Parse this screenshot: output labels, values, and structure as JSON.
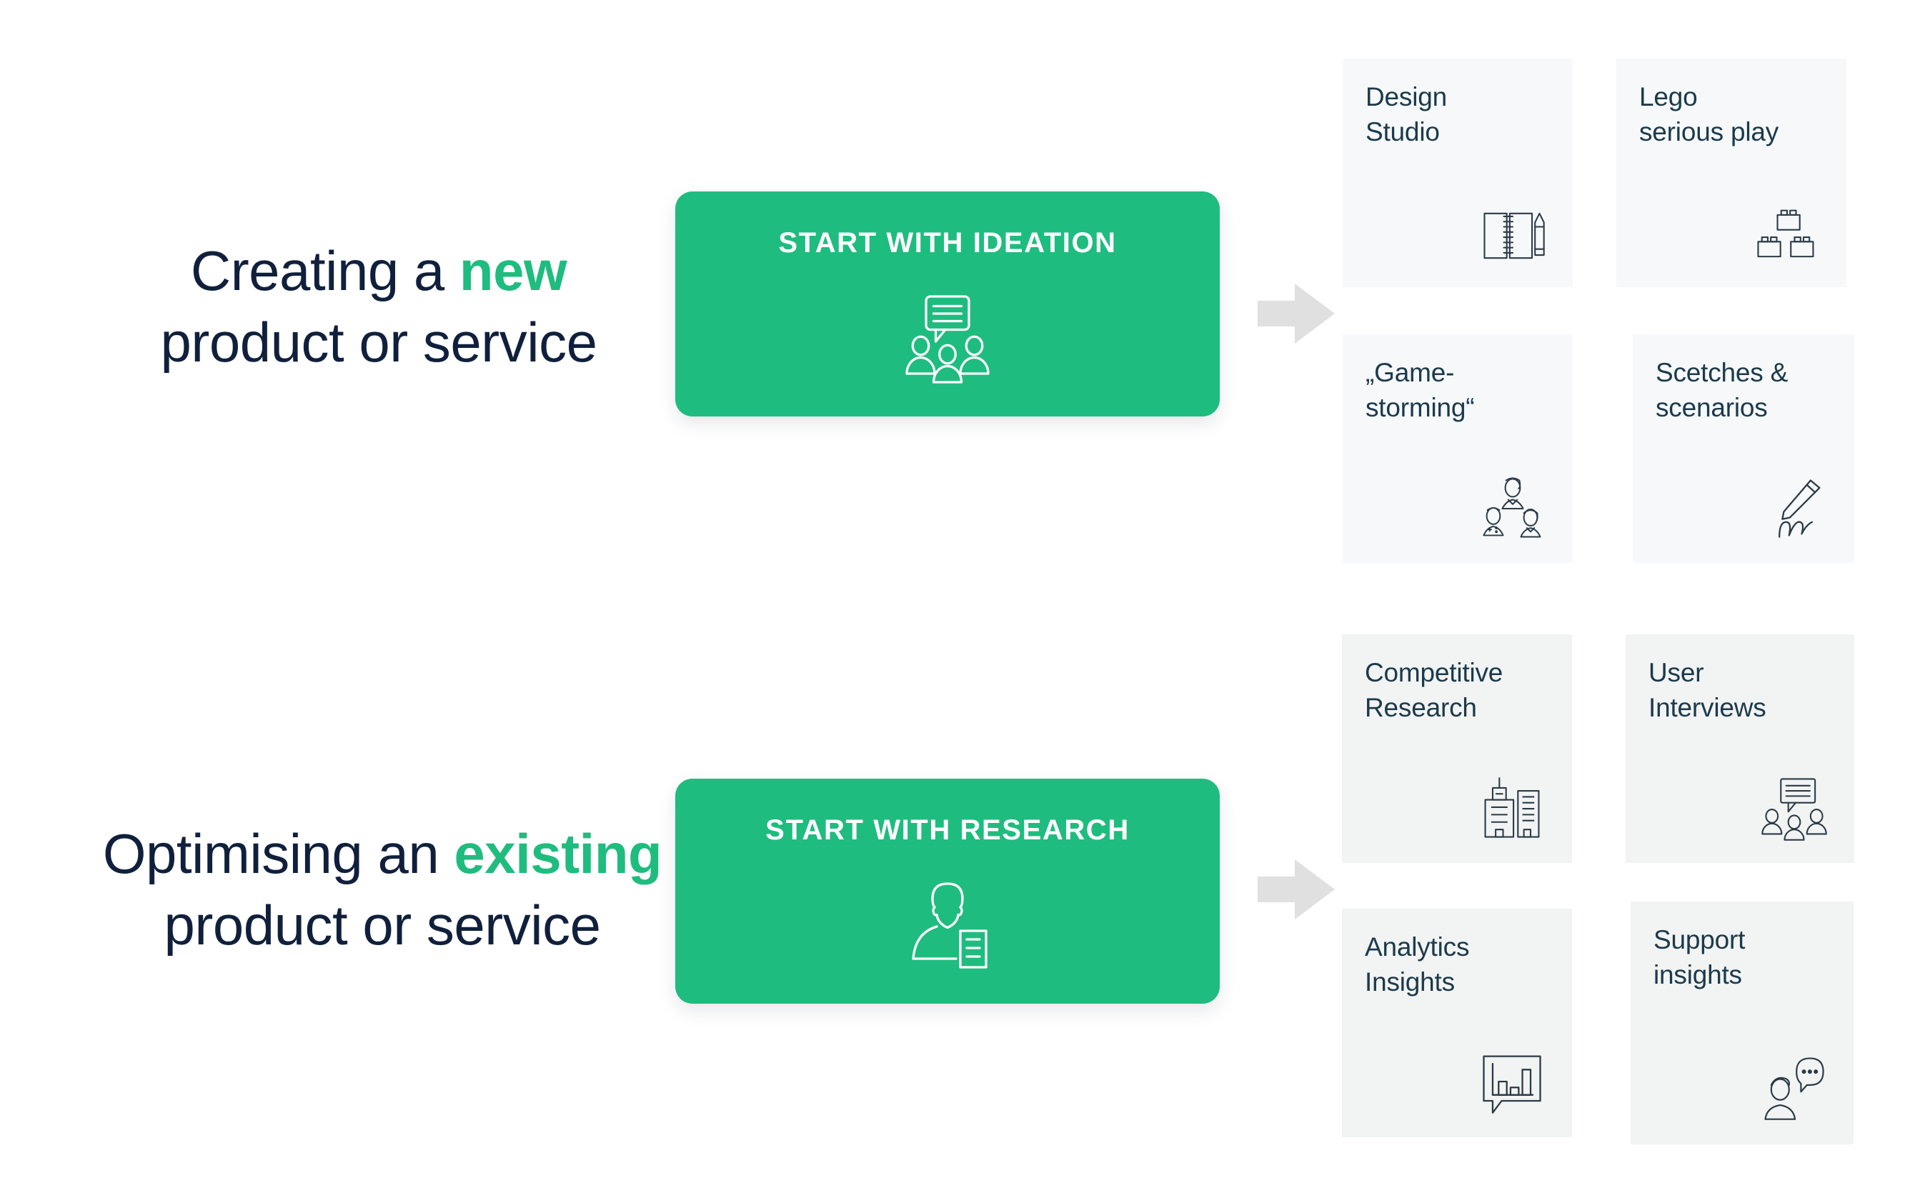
{
  "colors": {
    "accent_green": "#1fbc7f",
    "headline_navy": "#10203c",
    "card_label_navy": "#1b3a4b",
    "card_bg_ideation": "#f6f8fa",
    "card_bg_research": "#f2f3f3",
    "arrow_gray": "#e0e0e0",
    "page_bg": "#ffffff"
  },
  "rows": {
    "ideation": {
      "headline": {
        "line1_prefix": "Creating a ",
        "line1_accent": "new",
        "line2": "product or service"
      },
      "button": {
        "title": "START WITH IDEATION",
        "icon": "group-discussion-icon"
      },
      "arrow": "arrow-right-icon",
      "cards": [
        {
          "label": "Design\nStudio",
          "icon": "notebook-pencil-icon"
        },
        {
          "label": "Lego\nserious play",
          "icon": "lego-bricks-icon"
        },
        {
          "label": "„Game-\nstorming“",
          "icon": "people-group-icon"
        },
        {
          "label": "Scetches &\nscenarios",
          "icon": "pen-signature-icon"
        }
      ]
    },
    "research": {
      "headline": {
        "line1_prefix": "Optimising an ",
        "line1_accent": "existing",
        "line2": "product or service"
      },
      "button": {
        "title": "START WITH RESEARCH",
        "icon": "person-document-icon"
      },
      "arrow": "arrow-right-icon",
      "cards": [
        {
          "label": "Competitive\nResearch",
          "icon": "buildings-icon"
        },
        {
          "label": "User\nInterviews",
          "icon": "interview-group-icon"
        },
        {
          "label": "Analytics\nInsights",
          "icon": "bar-chart-bubble-icon"
        },
        {
          "label": "Support\ninsights",
          "icon": "person-chat-icon"
        }
      ]
    }
  }
}
